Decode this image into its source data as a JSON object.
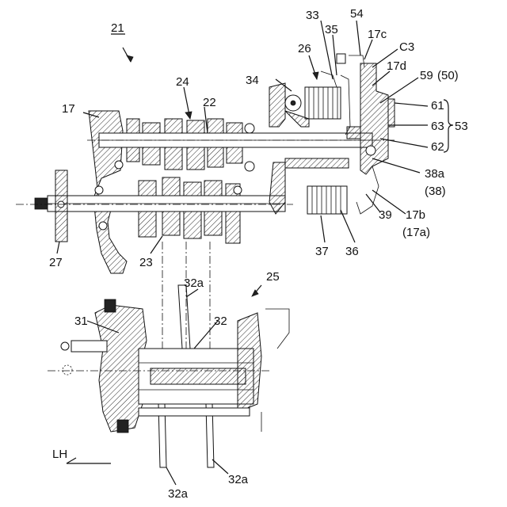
{
  "labels": {
    "l21": "21",
    "l24": "24",
    "l22": "22",
    "l17": "17",
    "l27": "27",
    "l23": "23",
    "l25": "25",
    "l26": "26",
    "l33": "33",
    "l35": "35",
    "l34": "34",
    "l54": "54",
    "l17c": "17c",
    "lC3": "C3",
    "l17d": "17d",
    "l59": "59",
    "l59b": "(50)",
    "l61": "61",
    "l63": "63",
    "l53": "53",
    "l62": "62",
    "l38a": "38a",
    "l38": "(38)",
    "l17b": "17b",
    "l17a": "(17a)",
    "l39": "39",
    "l36": "36",
    "l37": "37",
    "l31": "31",
    "l32": "32",
    "l32a_top": "32a",
    "l32a_r": "32a",
    "l32a_b": "32a",
    "lLH": "LH"
  }
}
